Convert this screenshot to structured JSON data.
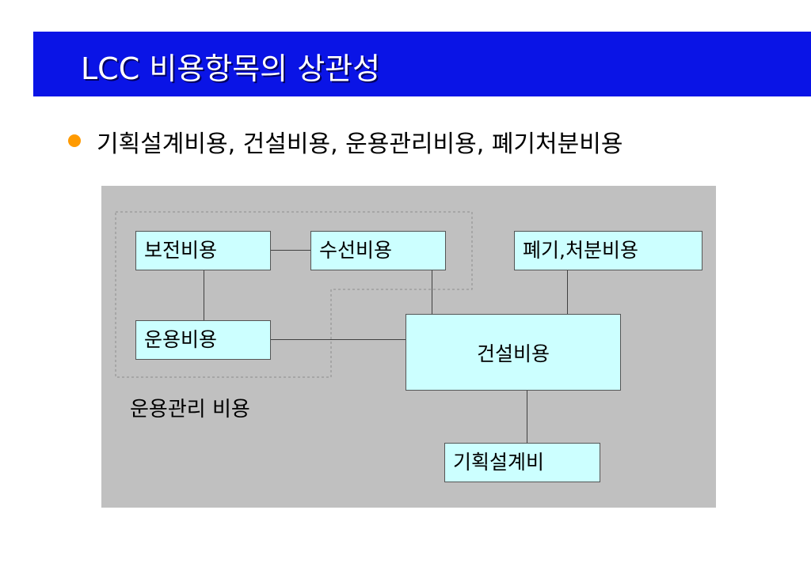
{
  "slide": {
    "title": "LCC 비용항목의 상관성",
    "bullet": "기획설계비용, 건설비용, 운용관리비용, 폐기처분비용"
  },
  "diagram": {
    "nodes": {
      "preservation": "보전비용",
      "repair": "수선비용",
      "disposal": "폐기,처분비용",
      "operation": "운용비용",
      "construction": "건설비용",
      "planning": "기획설계비"
    },
    "group_label": "운용관리 비용"
  },
  "colors": {
    "title_bar": "#0a14e6",
    "bullet": "#ff9a00",
    "panel": "#c0c0c0",
    "box_fill": "#ccffff"
  }
}
